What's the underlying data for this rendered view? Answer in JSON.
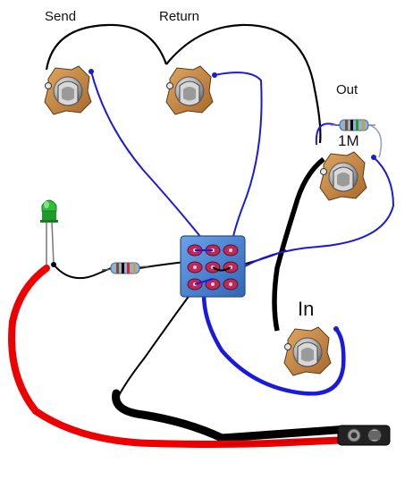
{
  "labels": {
    "send": "Send",
    "return": "Return",
    "out": "Out",
    "resistor_value": "1M",
    "in": "In"
  },
  "colors": {
    "background": "#ffffff",
    "wire_blue": "#1a1adf",
    "wire_black": "#000000",
    "wire_red": "#ee0000",
    "jack_body": "#c8863e",
    "jack_nut": "#b9b9b9",
    "switch_body": "#4a87d4",
    "switch_pad": "#c0285a",
    "led": "#2fbf3a",
    "battery_clip": "#222222"
  },
  "components": [
    {
      "id": "send-jack",
      "type": "audio-jack",
      "label": "Send"
    },
    {
      "id": "return-jack",
      "type": "audio-jack",
      "label": "Return"
    },
    {
      "id": "out-jack",
      "type": "audio-jack",
      "label": "Out"
    },
    {
      "id": "in-jack",
      "type": "audio-jack",
      "label": "In"
    },
    {
      "id": "footswitch",
      "type": "3pdt-switch"
    },
    {
      "id": "resistor-1m",
      "type": "resistor",
      "label": "1M"
    },
    {
      "id": "resistor-led",
      "type": "resistor"
    },
    {
      "id": "led",
      "type": "led"
    },
    {
      "id": "battery-snap",
      "type": "9v-battery-clip"
    }
  ]
}
